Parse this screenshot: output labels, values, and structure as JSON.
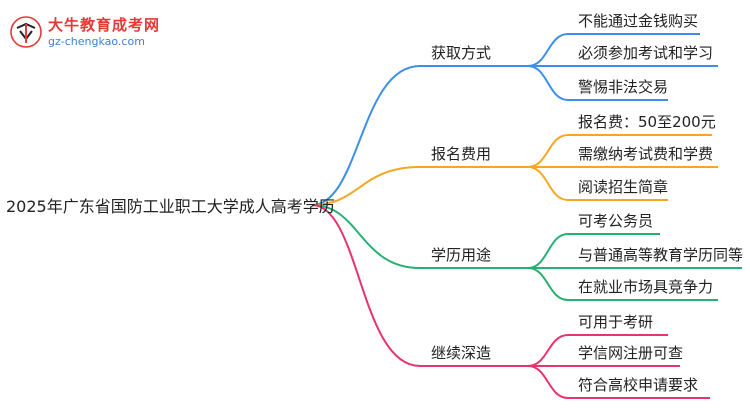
{
  "logo": {
    "title": "大牛教育成考网",
    "url": "gz-chengkao.com"
  },
  "root": {
    "label": "2025年广东省国防工业职工大学成人高考学历"
  },
  "colors": {
    "branch1": "#3b8fe8",
    "branch2": "#f5a623",
    "branch3": "#27b073",
    "branch4": "#e8336d"
  },
  "branches": [
    {
      "label": "获取方式",
      "children": [
        "不能通过金钱购买",
        "必须参加考试和学习",
        "警惕非法交易"
      ]
    },
    {
      "label": "报名费用",
      "children": [
        "报名费：50至200元",
        "需缴纳考试费和学费",
        "阅读招生简章"
      ]
    },
    {
      "label": "学历用途",
      "children": [
        "可考公务员",
        "与普通高等教育学历同等",
        "在就业市场具竞争力"
      ]
    },
    {
      "label": "继续深造",
      "children": [
        "可用于考研",
        "学信网注册可查",
        "符合高校申请要求"
      ]
    }
  ]
}
